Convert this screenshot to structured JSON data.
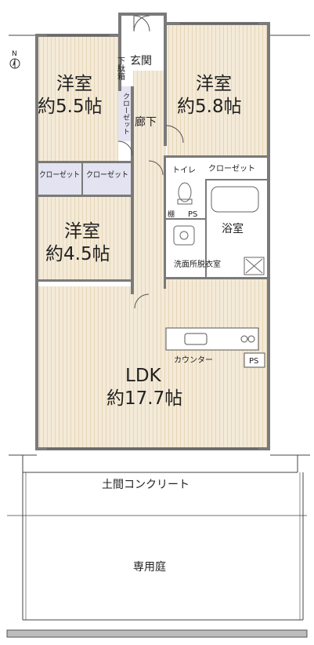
{
  "rooms": {
    "room_a": {
      "type": "洋室",
      "size": "約5.5帖"
    },
    "room_b": {
      "type": "洋室",
      "size": "約5.8帖"
    },
    "room_c": {
      "type": "洋室",
      "size": "約4.5帖"
    },
    "ldk": {
      "type": "LDK",
      "size": "約17.7帖"
    }
  },
  "labels": {
    "genkan": "玄関",
    "getabako": "下駄箱",
    "corridor": "廊下",
    "closet_small": "クローゼット",
    "closet_1": "クローゼット",
    "closet_2": "クローゼット",
    "closet_3": "クローゼット",
    "toilet": "トイレ",
    "shelf": "棚",
    "ps_top": "PS",
    "bath": "浴室",
    "washroom": "洗面所脱衣室",
    "counter": "カウンター",
    "ps_kitchen": "PS",
    "doma": "土間コンクリート",
    "garden": "専用庭",
    "north": "N"
  },
  "colors": {
    "floor": "#f4ead8",
    "floor_line": "#e6d6b8",
    "wall": "#6f6f6f",
    "closet_fill": "#e3e3f1",
    "wet_fill": "#ffffff"
  }
}
